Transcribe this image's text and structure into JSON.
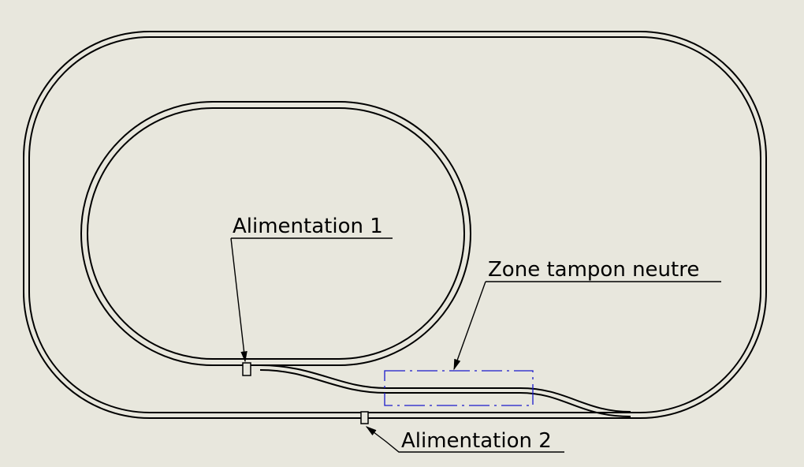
{
  "labels": {
    "alimentation_1": "Alimentation 1",
    "alimentation_2": "Alimentation 2",
    "zone_tampon": "Zone tampon neutre"
  },
  "colors": {
    "background": "#e8e7dd",
    "track": "#000000",
    "buffer_zone": "#1a1acc"
  }
}
